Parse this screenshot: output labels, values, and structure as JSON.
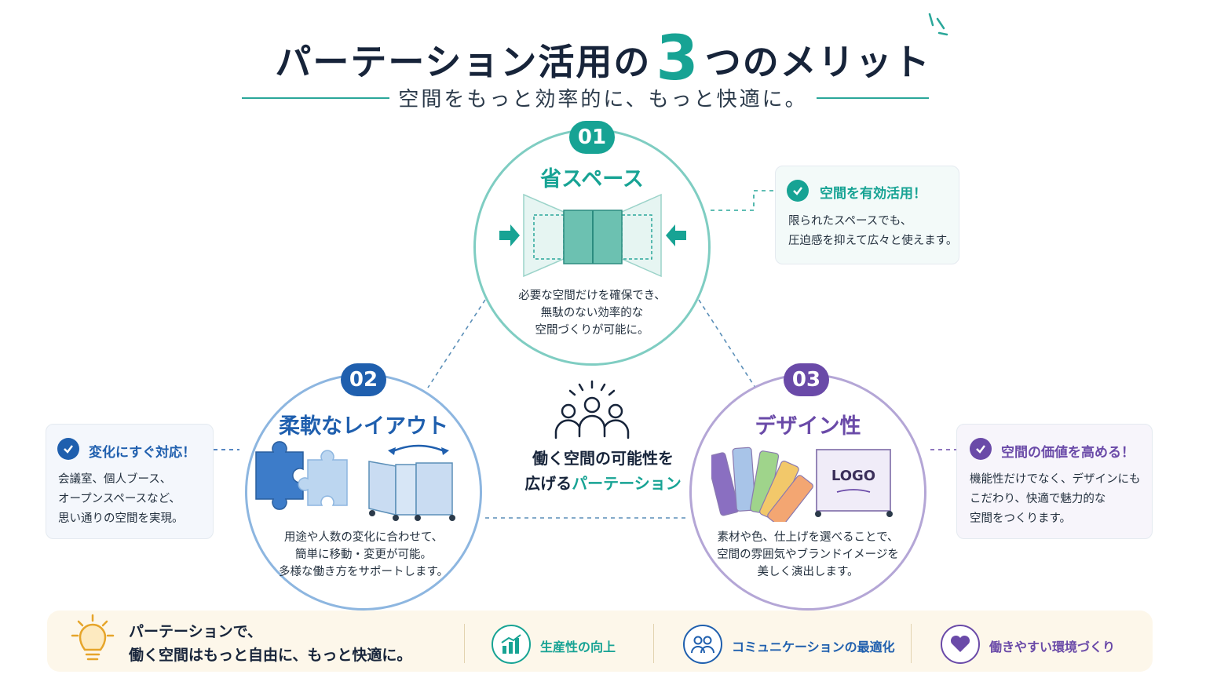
{
  "header": {
    "title_before": "パーテーション活用の",
    "title_number": "3",
    "title_after": "つのメリット",
    "subtitle": "空間をもっと効率的に、もっと快適に。"
  },
  "merits": [
    {
      "number": "01",
      "heading": "省スペース",
      "description": [
        "必要な空間だけを確保でき、",
        "無駄のない効率的な",
        "空間づくりが可能に。"
      ],
      "color": "#17a394"
    },
    {
      "number": "02",
      "heading": "柔軟なレイアウト",
      "description": [
        "用途や人数の変化に合わせて、",
        "簡単に移動・変更が可能。",
        "多様な働き方をサポートします。"
      ],
      "color": "#1f5fae"
    },
    {
      "number": "03",
      "heading": "デザイン性",
      "description": [
        "素材や色、仕上げを選べることで、",
        "空間の雰囲気やブランドイメージを",
        "美しく演出します。"
      ],
      "color": "#6a4aa8",
      "logo_text": "LOGO"
    }
  ],
  "callouts": [
    {
      "title": "空間を有効活用！",
      "body": [
        "限られたスペースでも、",
        "圧迫感を抑えて広々と使えます。"
      ],
      "color": "#17a394"
    },
    {
      "title": "変化にすぐ対応！",
      "body": [
        "会議室、個人ブース、",
        "オープンスペースなど、",
        "思い通りの空間を実現。"
      ],
      "color": "#1f5fae"
    },
    {
      "title": "空間の価値を高める！",
      "body": [
        "機能性だけでなく、デザインにも",
        "こだわり、快適で魅力的な",
        "空間をつくります。"
      ],
      "color": "#6a4aa8"
    }
  ],
  "center": {
    "line1": "働く空間の可能性を",
    "line2_prefix": "広げる",
    "line2_accent": "パーテーション"
  },
  "footer": {
    "message_line1": "パーテーションで、",
    "message_line2": "働く空間はもっと自由に、もっと快適に。",
    "benefits": [
      {
        "label": "生産性の向上",
        "icon": "growth-chart-icon",
        "color": "#17a394"
      },
      {
        "label": "コミュニケーションの最適化",
        "icon": "people-icon",
        "color": "#1f5fae"
      },
      {
        "label": "働きやすい環境づくり",
        "icon": "heart-icon",
        "color": "#6a4aa8"
      }
    ]
  }
}
